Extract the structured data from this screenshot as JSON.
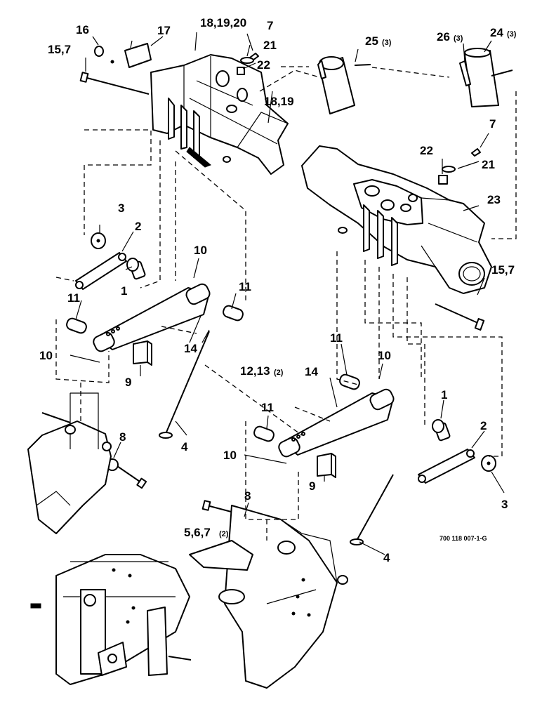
{
  "figure_reference": "700 118 007-1-G",
  "callouts": {
    "c16": {
      "text": "16"
    },
    "c17": {
      "text": "17"
    },
    "c18_19_20": {
      "text": "18,19,20"
    },
    "c7_top": {
      "text": "7"
    },
    "c21_top": {
      "text": "21"
    },
    "c22_top": {
      "text": "22"
    },
    "c25": {
      "text": "25",
      "qty": "(3)"
    },
    "c26": {
      "text": "26",
      "qty": "(3)"
    },
    "c24": {
      "text": "24",
      "qty": "(3)"
    },
    "c15_7_top": {
      "text": "15,7"
    },
    "c18_19": {
      "text": "18,19"
    },
    "c7_right": {
      "text": "7"
    },
    "c22_right": {
      "text": "22"
    },
    "c21_right": {
      "text": "21"
    },
    "c23": {
      "text": "23"
    },
    "c15_7_right": {
      "text": "15,7"
    },
    "c3_left": {
      "text": "3"
    },
    "c2_left": {
      "text": "2"
    },
    "c10_upper": {
      "text": "10"
    },
    "c1_left": {
      "text": "1"
    },
    "c11_left": {
      "text": "11"
    },
    "c11_mid": {
      "text": "11"
    },
    "c14_left": {
      "text": "14"
    },
    "c10_left": {
      "text": "10"
    },
    "c9_left": {
      "text": "9"
    },
    "c8_left": {
      "text": "8"
    },
    "c4_left": {
      "text": "4"
    },
    "c11_right": {
      "text": "11"
    },
    "c10_right": {
      "text": "10"
    },
    "c12_13": {
      "text": "12,13",
      "qty": "(2)"
    },
    "c14_right": {
      "text": "14"
    },
    "c11_lower": {
      "text": "11"
    },
    "c1_right": {
      "text": "1"
    },
    "c2_right": {
      "text": "2"
    },
    "c10_lower": {
      "text": "10"
    },
    "c9_right": {
      "text": "9"
    },
    "c3_right": {
      "text": "3"
    },
    "c8_right": {
      "text": "8"
    },
    "c5_6_7": {
      "text": "5,6,7",
      "qty": "(2)"
    },
    "c4_right": {
      "text": "4"
    }
  },
  "icons": [
    "hex-bolt",
    "flat-washer",
    "spacer-bushing",
    "roll-pin",
    "link-arm",
    "pivot-arm",
    "bearing-block",
    "frame-tube"
  ]
}
